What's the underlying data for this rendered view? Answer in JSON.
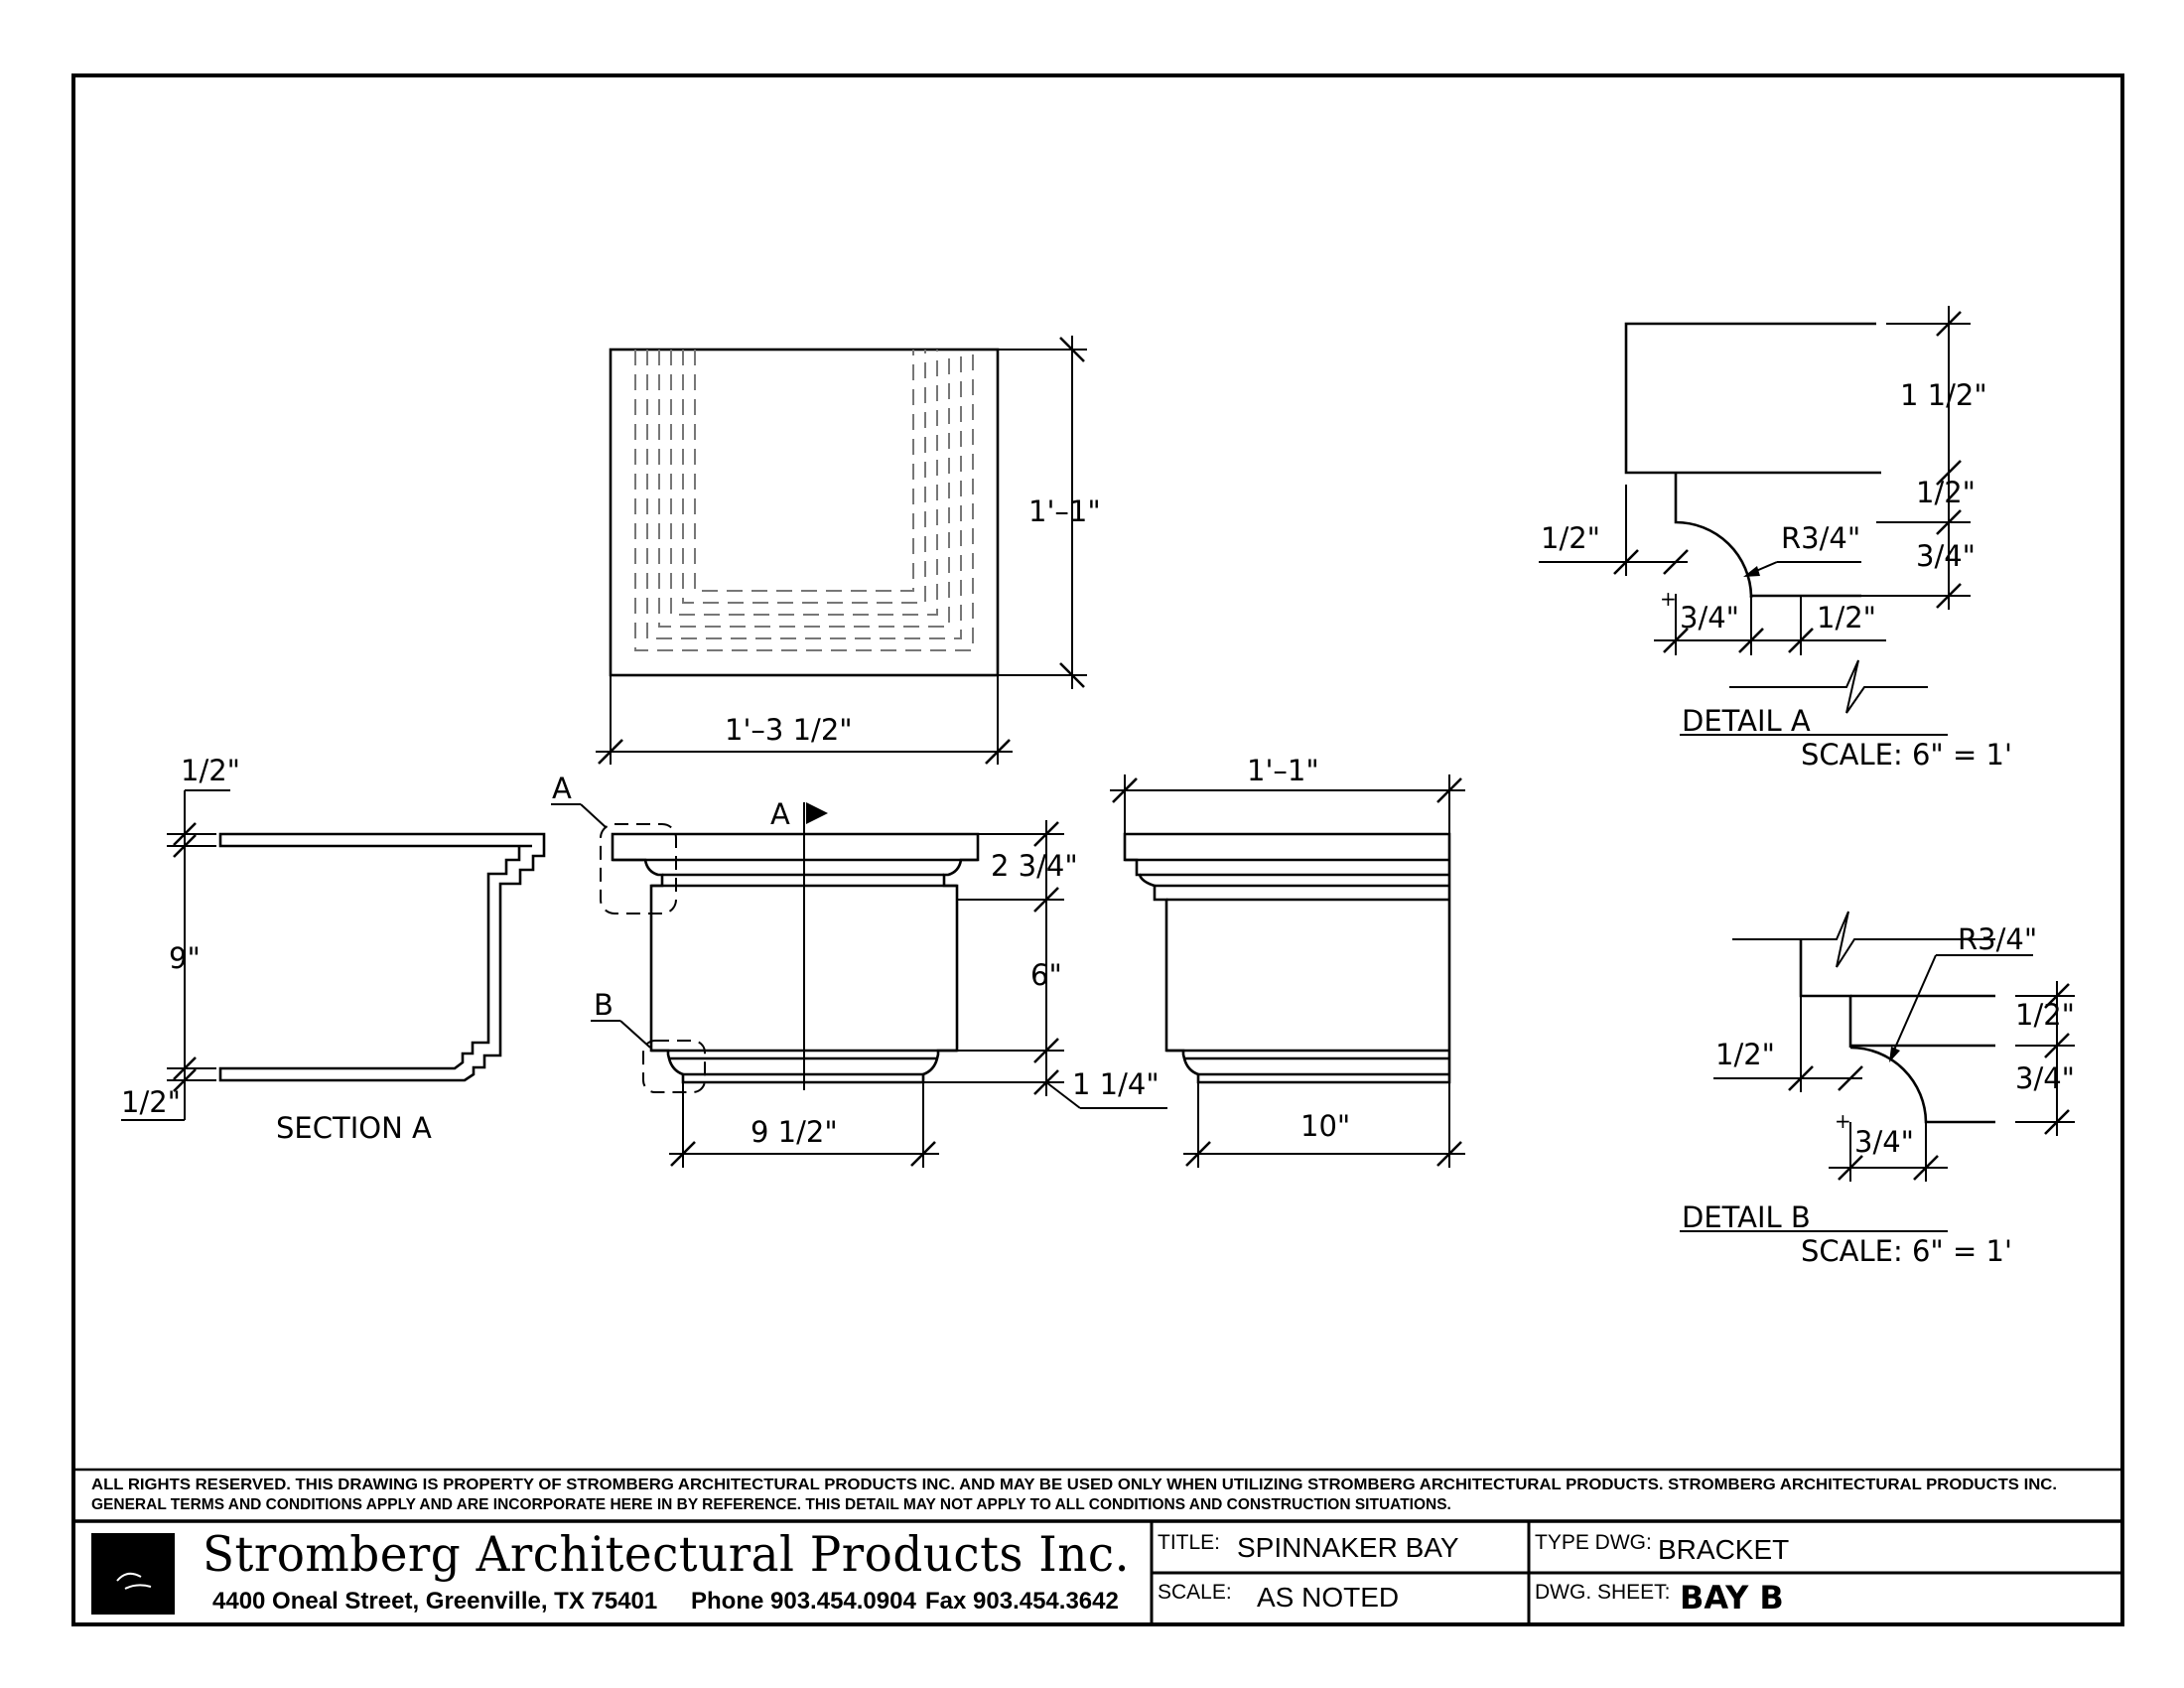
{
  "drawing": {
    "plan_view": {
      "height_dim": "1'–1\"",
      "width_dim": "1'–3 1/2\""
    },
    "front_view": {
      "callout_a": "A",
      "callout_b": "B",
      "section_marker": "A",
      "dim_cap": "2 3/4\"",
      "dim_body": "6\"",
      "dim_base": "1 1/4\"",
      "dim_width": "9 1/2\""
    },
    "side_view": {
      "dim_top": "1'–1\"",
      "dim_bottom": "10\""
    },
    "section_a": {
      "dim_top": "1/2\"",
      "dim_height": "9\"",
      "dim_bottom": "1/2\"",
      "label": "SECTION  A"
    },
    "detail_a": {
      "dim_top": "1 1/2\"",
      "dim_mid": "1/2\"",
      "dim_radius": "R3/4\"",
      "dim_right": "3/4\"",
      "dim_left": "1/2\"",
      "dim_bottom_left": "3/4\"",
      "dim_bottom_right": "1/2\"",
      "title": "DETAIL  A",
      "scale": "SCALE:  6\"  =  1'"
    },
    "detail_b": {
      "dim_radius": "R3/4\"",
      "dim_right_top": "1/2\"",
      "dim_right_bottom": "3/4\"",
      "dim_left": "1/2\"",
      "dim_bottom": "3/4\"",
      "title": "DETAIL  B",
      "scale": "SCALE:  6\"  =  1'"
    }
  },
  "notes": {
    "line1": "ALL RIGHTS RESERVED. THIS DRAWING IS PROPERTY OF STROMBERG ARCHITECTURAL PRODUCTS INC. AND MAY BE USED ONLY WHEN UTILIZING STROMBERG ARCHITECTURAL PRODUCTS.  STROMBERG ARCHITECTURAL PRODUCTS INC.",
    "line2": "GENERAL TERMS AND CONDITIONS APPLY AND ARE INCORPORATE HERE IN BY REFERENCE.  THIS DETAIL MAY NOT APPLY TO ALL CONDITIONS AND CONSTRUCTION SITUATIONS."
  },
  "title_block": {
    "company": "Stromberg Architectural Products Inc.",
    "address": "4400 Oneal Street, Greenville, TX  75401",
    "phone": "Phone 903.454.0904",
    "fax": "Fax 903.454.3642",
    "title_label": "TITLE:",
    "title_value": "SPINNAKER BAY",
    "scale_label": "SCALE:",
    "scale_value": "AS NOTED",
    "type_label": "TYPE DWG:",
    "type_value": "BRACKET",
    "sheet_label": "DWG. SHEET:",
    "sheet_value": "BAY B"
  }
}
